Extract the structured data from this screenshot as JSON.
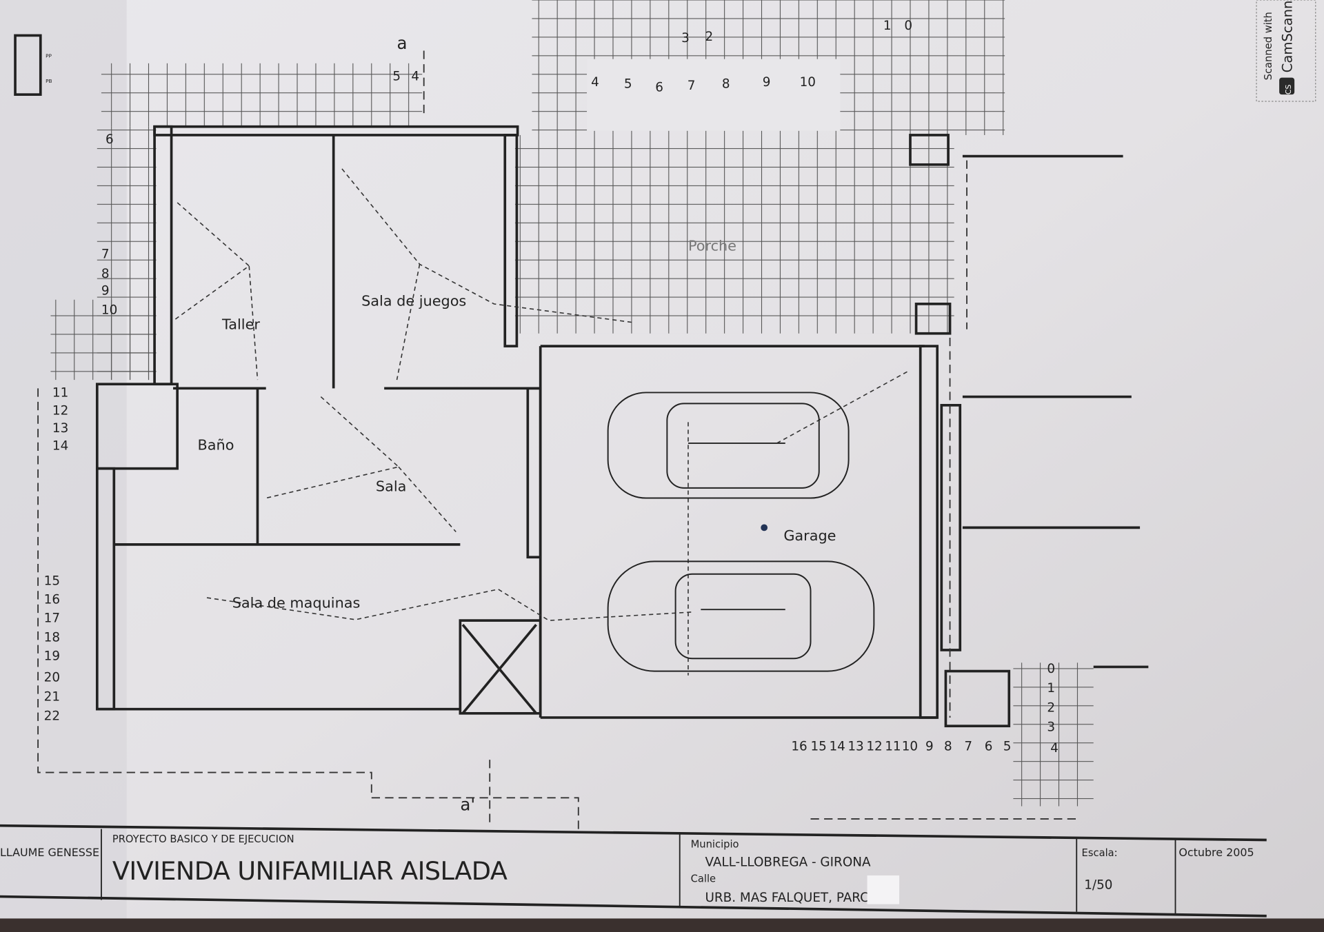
{
  "watermark": {
    "line1": "Scanned with",
    "line2": "CamScanner",
    "logo": "CS"
  },
  "rooms": {
    "taller": "Taller",
    "sala_juegos": "Sala de juegos",
    "bano": "Baño",
    "sala": "Sala",
    "sala_maquinas": "Sala de maquinas",
    "garage": "Garage",
    "porche": "Porche"
  },
  "section_marks": {
    "top": "a",
    "bottom": "a'"
  },
  "step_numbers": {
    "top_left": [
      "5",
      "4"
    ],
    "top_center": [
      "3",
      "2"
    ],
    "top_right": [
      "1",
      "0"
    ],
    "porch_row": [
      "4",
      "5",
      "6",
      "7",
      "8",
      "9",
      "10"
    ],
    "left_upper": [
      "6",
      "7",
      "8",
      "9",
      "10"
    ],
    "left_mid": [
      "11",
      "12",
      "13",
      "14"
    ],
    "left_lower": [
      "15",
      "16",
      "17",
      "18",
      "19",
      "20",
      "21",
      "22"
    ],
    "bottom_row": [
      "16",
      "15",
      "14",
      "13",
      "12",
      "11",
      "10",
      "9",
      "8",
      "7",
      "6",
      "5",
      "4"
    ],
    "right_stairs": [
      "0",
      "1",
      "2",
      "3"
    ]
  },
  "legend_marks": [
    "PP",
    "PB"
  ],
  "title_block": {
    "author": "LLAUME GENESSE",
    "project_type": "PROYECTO BASICO Y DE EJECUCION",
    "project_title": "VIVIENDA UNIFAMILIAR AISLADA",
    "municipio_label": "Municipio",
    "municipio": "VALL-LLOBREGA - GIRONA",
    "calle_label": "Calle",
    "calle": "URB. MAS FALQUET, PARC.",
    "escala_label": "Escala:",
    "escala": "1/50",
    "fecha": "Octubre 2005"
  }
}
